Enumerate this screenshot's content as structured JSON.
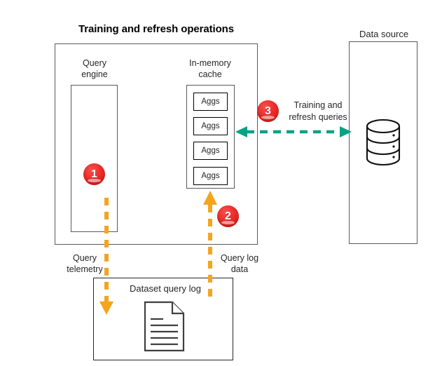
{
  "diagram": {
    "title": "Training and refresh operations",
    "datasource_label": "Data source",
    "boxes": {
      "query_engine_label": "Query\nengine",
      "in_memory_cache_label": "In-memory\ncache",
      "dataset_query_log_label": "Dataset query log"
    },
    "cache_items": [
      {
        "label": "Aggs"
      },
      {
        "label": "Aggs"
      },
      {
        "label": "Aggs"
      },
      {
        "label": "Aggs"
      }
    ],
    "flow_labels": {
      "training_refresh_queries": "Training and\nrefresh queries",
      "query_telemetry": "Query\ntelemetry",
      "query_log_data": "Query log\ndata"
    },
    "badges": [
      {
        "number": "1"
      },
      {
        "number": "2"
      },
      {
        "number": "3"
      }
    ],
    "icons": {
      "database": "database-cylinder-icon",
      "document": "document-lines-icon"
    },
    "colors": {
      "badge_red": "#ec2b28",
      "arrow_green": "#00a383",
      "arrow_orange": "#f5a41e",
      "box_border": "#595959",
      "text": "#262626"
    }
  }
}
